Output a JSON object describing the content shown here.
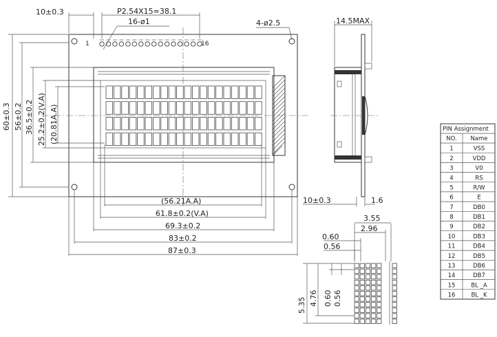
{
  "front_view": {
    "dim_top_left": "10±0.3",
    "pin_pitch": "P2.54X15=38.1",
    "pin_holes": "16-ø1",
    "mount_holes": "4-ø2.5",
    "pin_first": "1",
    "pin_last": "16",
    "dim_height_total": "60±0.3",
    "dim_height_56": "56±0.2",
    "dim_height_365": "36.5±0.2",
    "dim_height_va": "25.2±0.2(V.A)",
    "dim_height_aa": "(20.81A.A)",
    "dim_width_aa": "(56.21A.A)",
    "dim_width_va": "61.8±0.2(V.A)",
    "dim_width_693": "69.3±0.2",
    "dim_width_83": "83±0.2",
    "dim_width_87": "87±0.3"
  },
  "side_view": {
    "dim_thickness": "14.5MAX",
    "dim_bottom_left": "10±0.3",
    "dim_bottom_right": "1.6"
  },
  "char_detail": {
    "dim_355": "3.55",
    "dim_296": "2.96",
    "dim_060_top": "0.60",
    "dim_056": "0.56",
    "dim_535": "5.35",
    "dim_476": "4.76",
    "dim_060_left": "0.60",
    "dim_056_left": "0.56"
  },
  "pin_table": {
    "title": "PIN Assignment",
    "header_no": "NO.",
    "header_name": "Name",
    "rows": [
      {
        "no": "1",
        "name": "VSS"
      },
      {
        "no": "2",
        "name": "VDD"
      },
      {
        "no": "3",
        "name": "V0"
      },
      {
        "no": "4",
        "name": "RS"
      },
      {
        "no": "5",
        "name": "R/W"
      },
      {
        "no": "6",
        "name": "E"
      },
      {
        "no": "7",
        "name": "DB0"
      },
      {
        "no": "8",
        "name": "DB1"
      },
      {
        "no": "9",
        "name": "DB2"
      },
      {
        "no": "10",
        "name": "DB3"
      },
      {
        "no": "11",
        "name": "DB4"
      },
      {
        "no": "12",
        "name": "DB5"
      },
      {
        "no": "13",
        "name": "DB6"
      },
      {
        "no": "14",
        "name": "DB7"
      },
      {
        "no": "15",
        "name": "BL _A"
      },
      {
        "no": "16",
        "name": "BL _K"
      }
    ]
  }
}
